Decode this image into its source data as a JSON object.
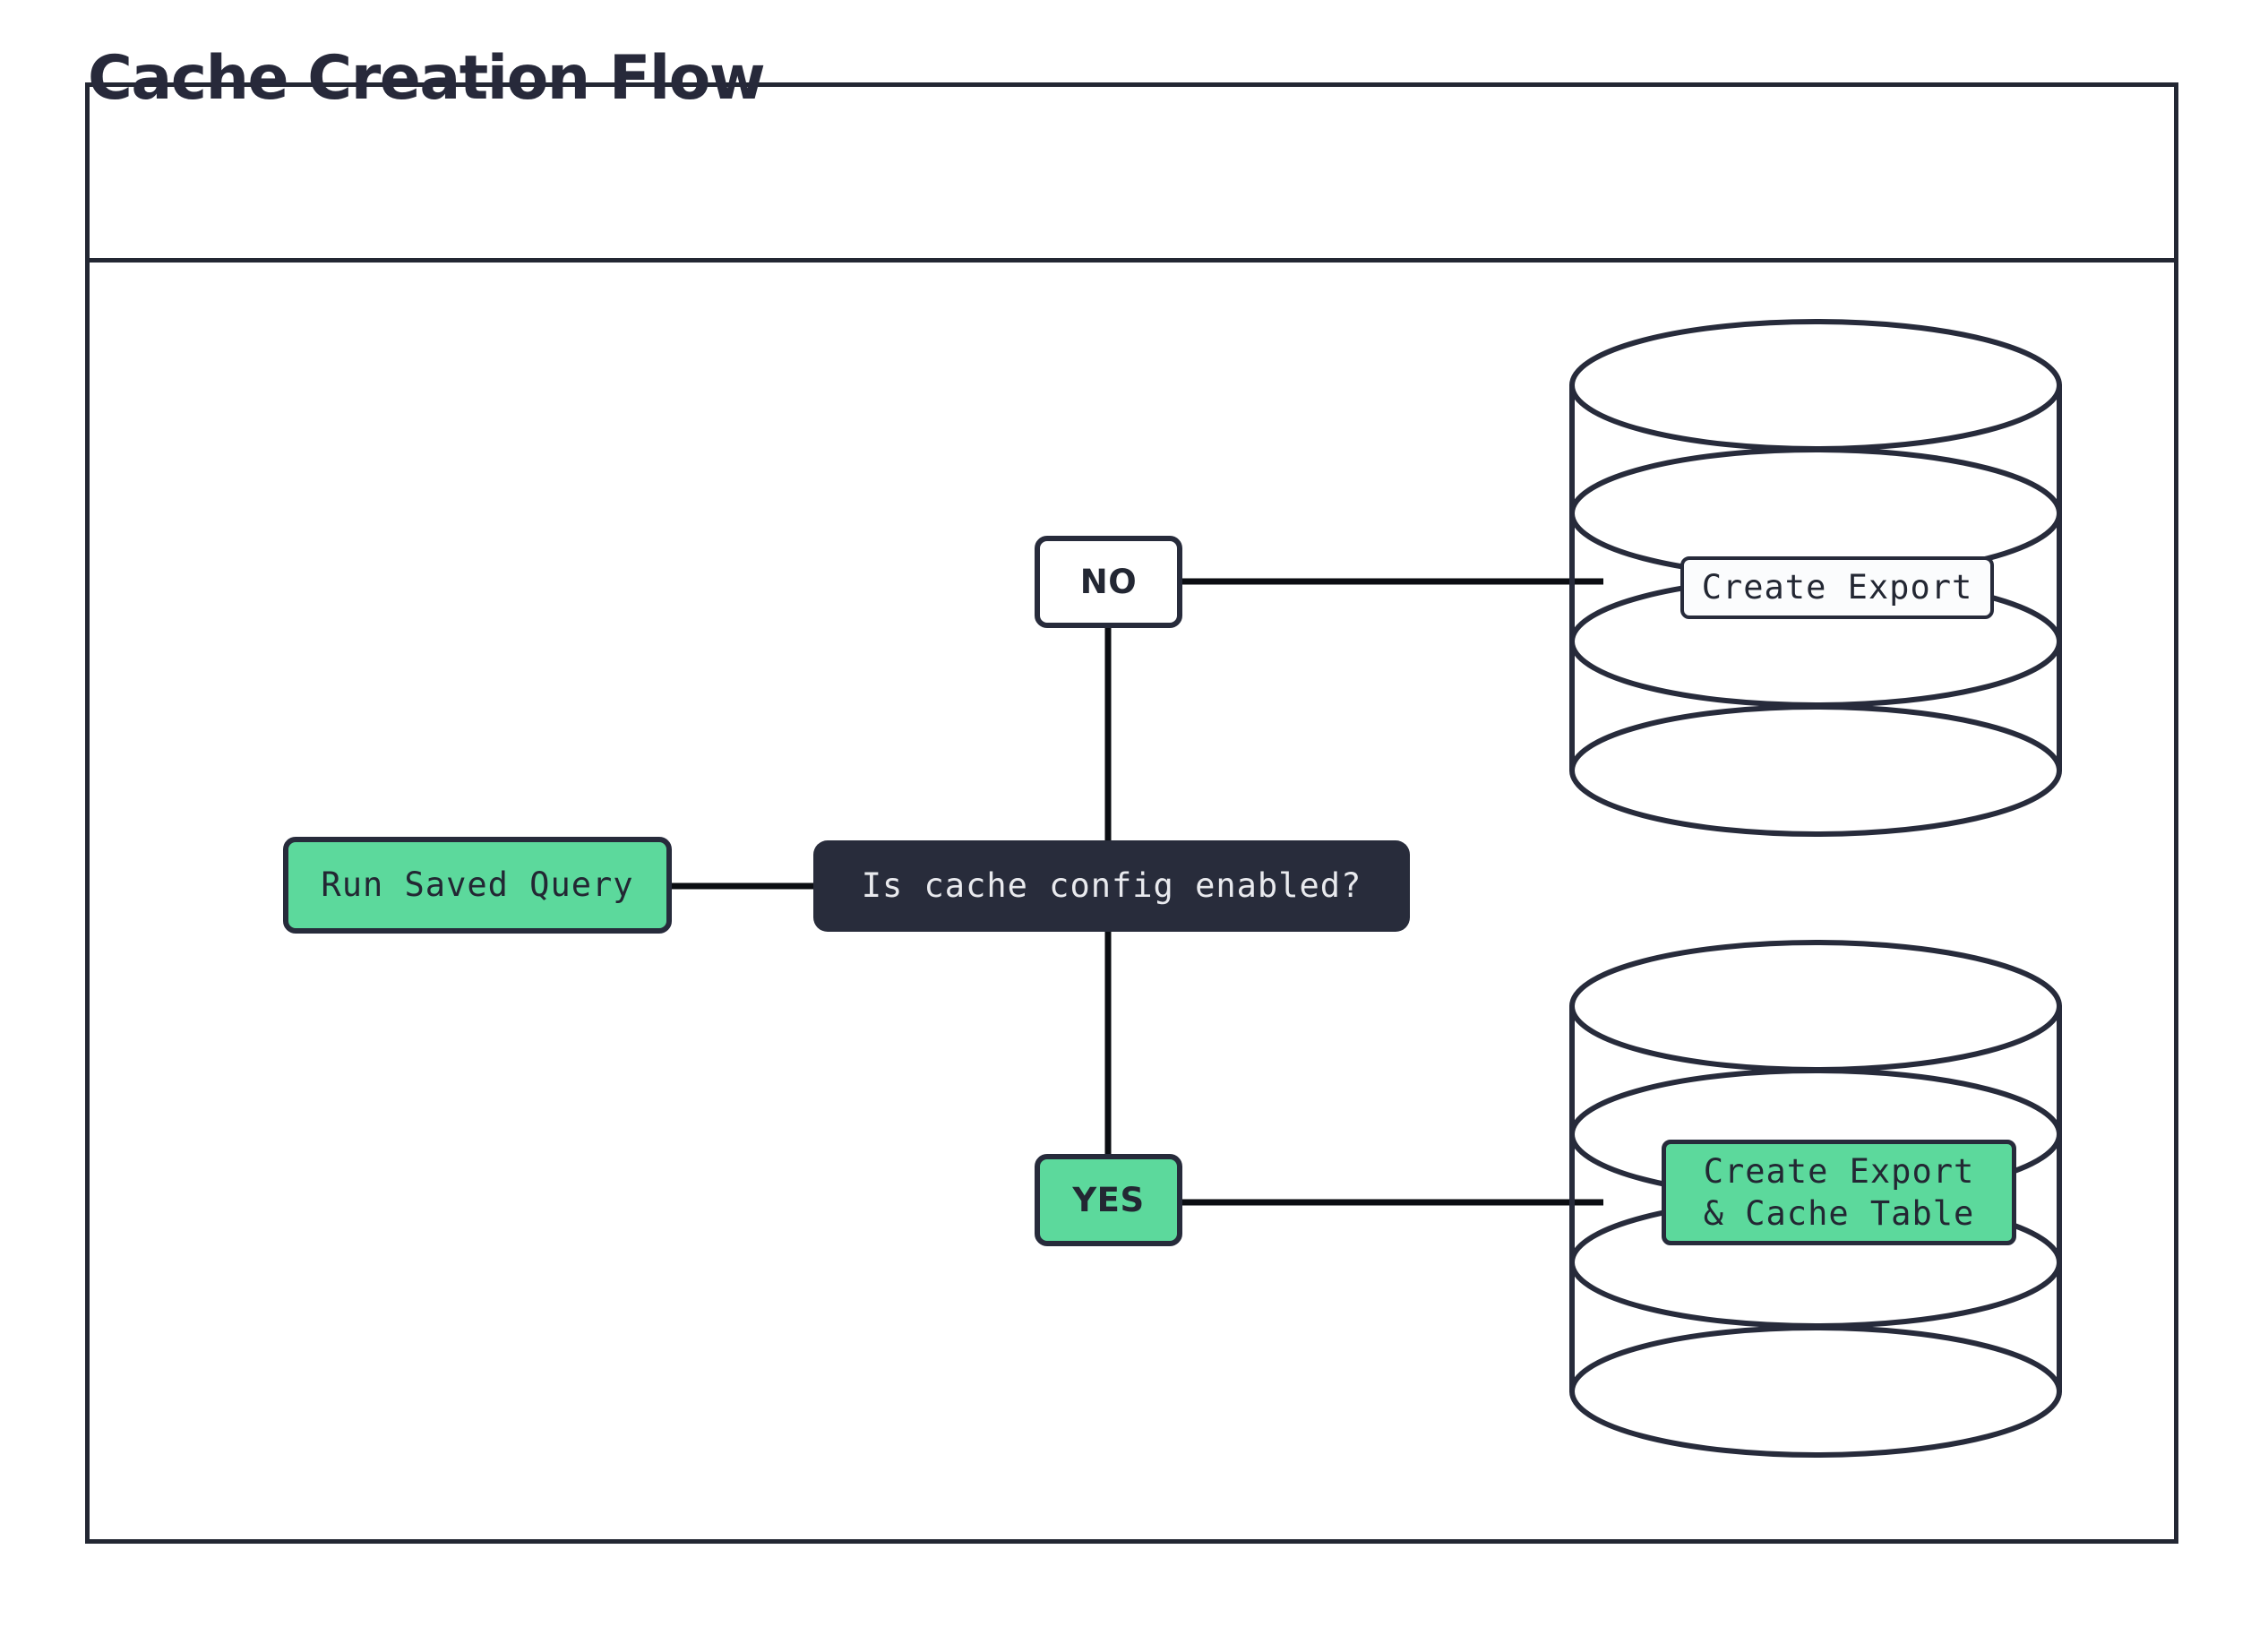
{
  "diagram": {
    "title": "Cache Creation Flow",
    "background": "#ffffff",
    "frame_border_color": "#232733",
    "accent_green": "#5CD99C",
    "dark_fill": "#282c3b",
    "line_color": "#0b0d12"
  },
  "nodes": {
    "run_saved_query": {
      "label": "Run Saved Query",
      "shape": "rounded-rect",
      "fill": "#5CD99C",
      "text_color": "#232733"
    },
    "decision": {
      "label": "Is cache config enabled?",
      "shape": "rounded-rect",
      "fill": "#282c3b",
      "text_color": "#e9eaee"
    },
    "branch_no": {
      "label": "NO",
      "shape": "rounded-rect",
      "fill": "#ffffff",
      "text_color": "#232733"
    },
    "branch_yes": {
      "label": "YES",
      "shape": "rounded-rect",
      "fill": "#5CD99C",
      "text_color": "#232733"
    },
    "database_top": {
      "label": "Create Export",
      "shape": "database-cylinder",
      "fill": "#ffffff",
      "label_fill": "#fbfcfd",
      "text_color": "#232733"
    },
    "database_bottom": {
      "label_line1": "Create Export",
      "label_line2": "& Cache Table",
      "shape": "database-cylinder",
      "fill": "#ffffff",
      "label_fill": "#5CD99C",
      "text_color": "#232733"
    }
  },
  "edges": [
    {
      "from": "run_saved_query",
      "to": "decision",
      "label": ""
    },
    {
      "from": "decision",
      "to": "branch_no",
      "label": "NO"
    },
    {
      "from": "branch_no",
      "to": "database_top",
      "label": ""
    },
    {
      "from": "decision",
      "to": "branch_yes",
      "label": "YES"
    },
    {
      "from": "branch_yes",
      "to": "database_bottom",
      "label": ""
    }
  ]
}
